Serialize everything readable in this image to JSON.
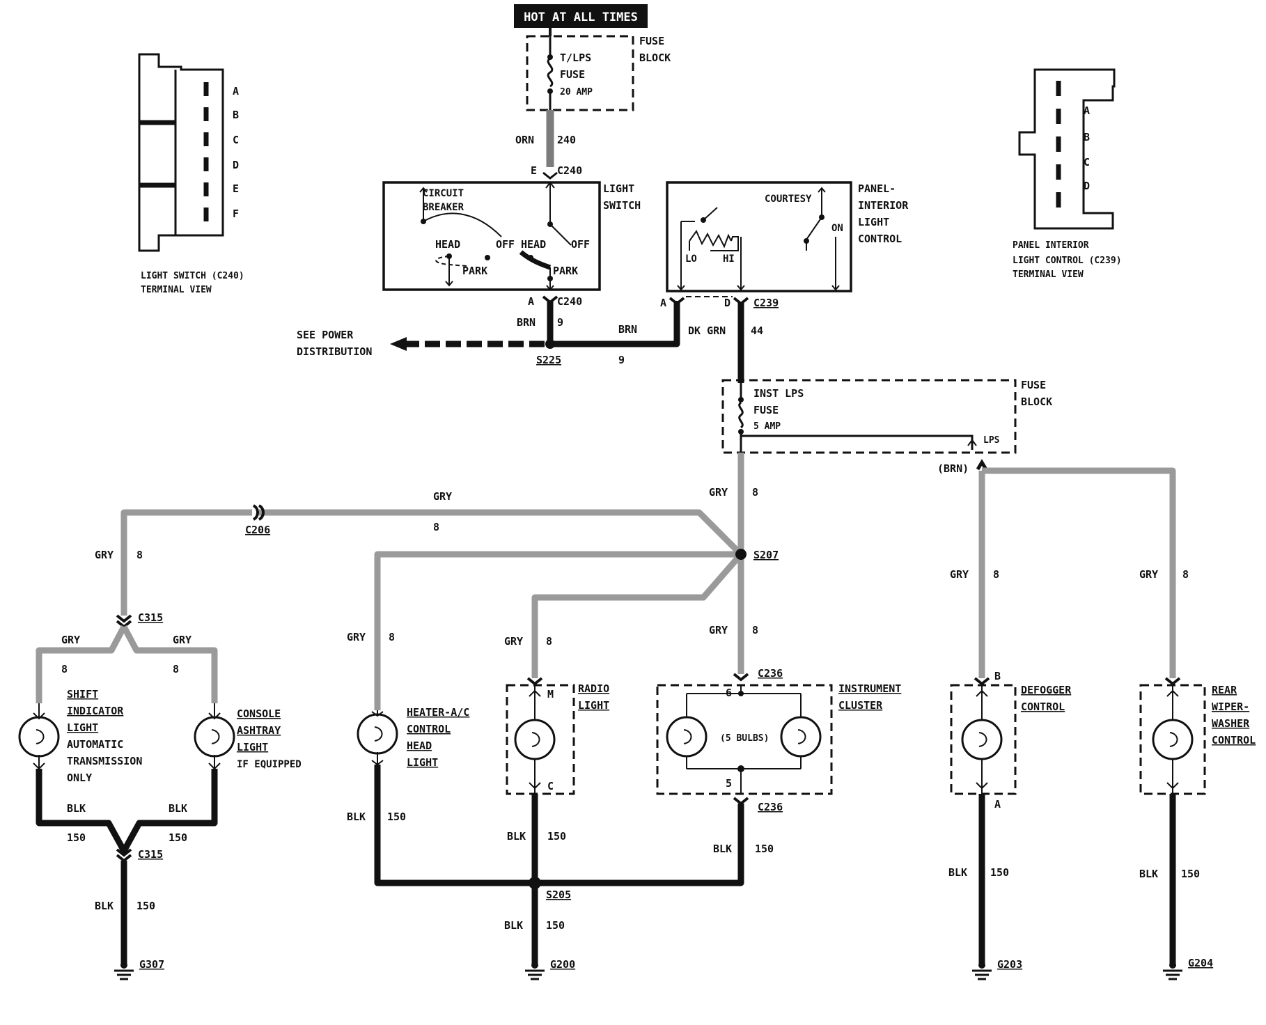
{
  "header": {
    "hot_label": "HOT AT ALL TIMES"
  },
  "fuse_top": {
    "name_1": "T/LPS",
    "name_2": "FUSE",
    "rating": "20 AMP",
    "block_1": "FUSE",
    "block_2": "BLOCK"
  },
  "wire_240": {
    "color": "ORN",
    "circuit": "240"
  },
  "c240_top": {
    "pin": "E",
    "name": "C240"
  },
  "light_switch": {
    "title_1": "LIGHT",
    "title_2": "SWITCH",
    "cb_1": "CIRCUIT",
    "cb_2": "BREAKER",
    "head_1": "HEAD",
    "off_1": "OFF",
    "head_2": "HEAD",
    "off_2": "OFF",
    "park_1": "PARK",
    "park_2": "PARK"
  },
  "c240_bot": {
    "pin": "A",
    "name": "C240"
  },
  "panel_control": {
    "title_1": "PANEL-",
    "title_2": "INTERIOR",
    "title_3": "LIGHT",
    "title_4": "CONTROL",
    "courtesy": "COURTESY",
    "on": "ON",
    "lo": "LO",
    "hi": "HI"
  },
  "c239": {
    "pin_a": "A",
    "pin_d": "D",
    "name": "C239"
  },
  "brn_wires": {
    "color_1": "BRN",
    "circuit_1": "9",
    "color_2": "BRN",
    "circuit_2": "9"
  },
  "splice_s225": "S225",
  "power_dist": {
    "line_1": "SEE POWER",
    "line_2": "DISTRIBUTION"
  },
  "wire_44": {
    "color": "DK GRN",
    "circuit": "44"
  },
  "inst_fuse": {
    "name_1": "INST LPS",
    "name_2": "FUSE",
    "rating": "5 AMP",
    "lps": "LPS",
    "block_1": "FUSE",
    "block_2": "BLOCK",
    "brn": "(BRN)"
  },
  "term_c240": {
    "pins": [
      "A",
      "B",
      "C",
      "D",
      "E",
      "F"
    ],
    "caption_1": "LIGHT SWITCH (C240)",
    "caption_2": "TERMINAL VIEW"
  },
  "term_c239": {
    "pins": [
      "A",
      "B",
      "C",
      "D"
    ],
    "caption_1": "PANEL INTERIOR",
    "caption_2": "LIGHT CONTROL (C239)",
    "caption_3": "TERMINAL VIEW"
  },
  "gry_wires": {
    "main": {
      "color": "GRY",
      "circuit": "8"
    },
    "top": {
      "color": "GRY",
      "circuit": "8"
    },
    "left_drop": {
      "color": "GRY",
      "circuit": "8"
    },
    "shift": {
      "color": "GRY",
      "circuit": "8"
    },
    "console": {
      "color": "GRY",
      "circuit": "8"
    },
    "heater": {
      "color": "GRY",
      "circuit": "8"
    },
    "radio": {
      "color": "GRY",
      "circuit": "8"
    },
    "cluster": {
      "color": "GRY",
      "circuit": "8"
    },
    "defogger": {
      "color": "GRY",
      "circuit": "8"
    },
    "wiper": {
      "color": "GRY",
      "circuit": "8"
    }
  },
  "c206": "C206",
  "s207": "S207",
  "c315_top": "C315",
  "c315_bot": "C315",
  "c236_top": {
    "pin": "6",
    "name": "C236"
  },
  "c236_bot": {
    "pin": "5",
    "name": "C236"
  },
  "radio_pins": {
    "top": "M",
    "bottom": "C"
  },
  "defog_pins": {
    "top": "B",
    "bottom": "A"
  },
  "shift_light": {
    "l1": "SHIFT",
    "l2": "INDICATOR",
    "l3": "LIGHT",
    "l4": "AUTOMATIC",
    "l5": "TRANSMISSION",
    "l6": "ONLY"
  },
  "console_light": {
    "l1": "CONSOLE",
    "l2": "ASHTRAY",
    "l3": "LIGHT",
    "l4": "IF EQUIPPED"
  },
  "heater_light": {
    "l1": "HEATER-A/C",
    "l2": "CONTROL",
    "l3": "HEAD",
    "l4": "LIGHT"
  },
  "radio_light": {
    "l1": "RADIO",
    "l2": "LIGHT"
  },
  "cluster": {
    "l1": "INSTRUMENT",
    "l2": "CLUSTER",
    "bulbs": "(5 BULBS)"
  },
  "defogger": {
    "l1": "DEFOGGER",
    "l2": "CONTROL"
  },
  "wiper": {
    "l1": "REAR",
    "l2": "WIPER-",
    "l3": "WASHER",
    "l4": "CONTROL"
  },
  "blk_wires": {
    "shift": {
      "color": "BLK",
      "circuit": "150"
    },
    "console": {
      "color": "BLK",
      "circuit": "150"
    },
    "c315": {
      "color": "BLK",
      "circuit": "150"
    },
    "heater": {
      "color": "BLK",
      "circuit": "150"
    },
    "radio": {
      "color": "BLK",
      "circuit": "150"
    },
    "cluster": {
      "color": "BLK",
      "circuit": "150"
    },
    "s205": {
      "color": "BLK",
      "circuit": "150"
    },
    "defogger": {
      "color": "BLK",
      "circuit": "150"
    },
    "wiper": {
      "color": "BLK",
      "circuit": "150"
    }
  },
  "s205": "S205",
  "grounds": {
    "g307": "G307",
    "g200": "G200",
    "g203": "G203",
    "g204": "G204"
  }
}
